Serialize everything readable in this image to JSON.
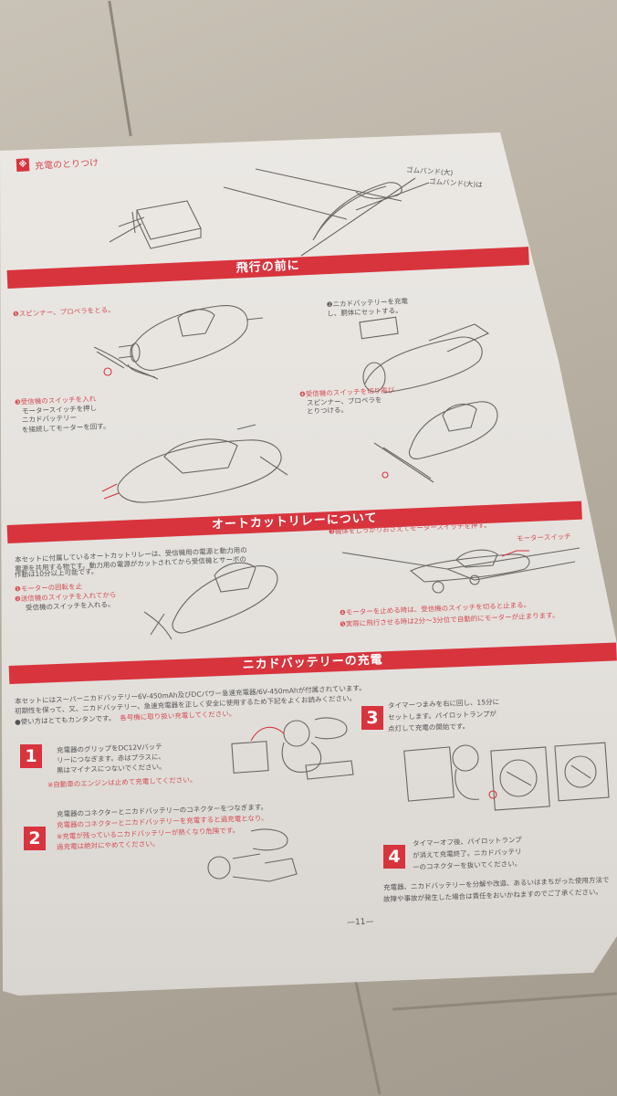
{
  "sections": {
    "antenna_title": "充電のとりつけ",
    "before_flight": "飛行の前に",
    "auto_cut": "オートカットリレーについて",
    "charging": "ニカドバッテリーの充電"
  },
  "antenna": {
    "rubber_band_1": "ゴムバンド(大)",
    "rubber_band_2": "ゴムバンド(大)は"
  },
  "before": {
    "step1": "❶スピンナー、プロペラをとる。",
    "step2": "❷ニカドバッテリーを充電し、胴体にセットする。",
    "step3a": "❸受信機のスイッチを入れ",
    "step3b": "モータースイッチを押し",
    "step3c": "ニカドバッテリー",
    "step3d": "を接続してモーターを回す。",
    "step4a": "❹受信機のスイッチを切り再び",
    "step4b": "スピンナー、プロペラを",
    "step4c": "とりつける。"
  },
  "autocut": {
    "intro1": "本セットに付属しているオートカットリレーは、受信機用の電源と動力用の",
    "intro2": "電源を共用する物です。動力用の電源がカットされてから受信機とサーボの",
    "intro3": "作動は10分以上可能です。",
    "step1": "❶モーターの回転を止",
    "step2a": "❷送信機のスイッチを入れてから",
    "step2b": "受信機のスイッチを入れる。",
    "step3": "❸機体をしっかりおさえてモータースイッチを押す。",
    "motor_switch": "モータースイッチ",
    "step4": "❹モーターを止める時は、受信機のスイッチを切ると止まる。",
    "step5": "❺実際に飛行させる時は2分～3分位で自動的にモーターが止まります。"
  },
  "charge": {
    "intro1": "本セットにはスーパーニカドバッテリー6V-450mAh及びDCパワー急速充電器/6V-450mAhが付属されています。",
    "intro2": "初期性を保って、又、ニカドバッテリー、急速充電器を正しく安全に使用するため下記をよくお読みください。",
    "intro3": "●使い方はとてもカンタンです。",
    "intro3_red": "各号機に取り扱い充電してください。",
    "step1_num": "1",
    "step1a": "充電器のグリップをDC12Vバッテ",
    "step1b": "リーにつなぎます。赤はプラスに、",
    "step1c": "黒はマイナスにつないでください。",
    "step1d": "※自動車のエンジンは止めて充電してください。",
    "step2_num": "2",
    "step2a": "充電器のコネクターとニカドバッテリーのコネクターをつなぎます。",
    "step2b": "充電器のコネクターとニカドバッテリーを充電すると過充電となり、",
    "step2c": "※充電が残っているニカドバッテリーが熱くなり危険です。",
    "step2d": "過充電は絶対にやめてください。",
    "step3_num": "3",
    "step3a": "タイマーつまみを右に回し、15分に",
    "step3b": "セットします。パイロットランプが",
    "step3c": "点灯して充電の開始です。",
    "step4_num": "4",
    "step4a": "タイマーオフ後、パイロットランプ",
    "step4b": "が消えて充電終了。ニカドバッテリ",
    "step4c": "ーのコネクターを抜いてください。",
    "footer1": "充電器、ニカドバッテリーを分解や改造、あるいはまちがった使用方法で",
    "footer2": "故障や事故が発生した場合は責任をおいかねますのでご了承ください。"
  },
  "page_number": "—11—"
}
